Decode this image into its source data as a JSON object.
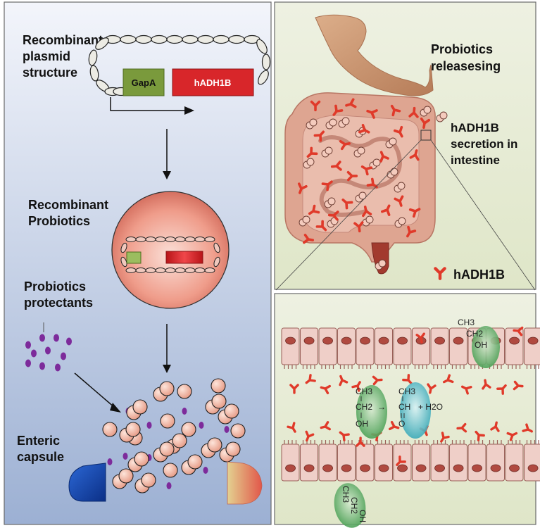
{
  "left_panel": {
    "plasmid_label_lines": [
      "Recombinant",
      "plasmid",
      "structure"
    ],
    "promoter": "GapA",
    "gene": "hADH1B",
    "probiotics_label_lines": [
      "Recombinant",
      "Probiotics"
    ],
    "protectants_label_lines": [
      "Probiotics",
      "protectants"
    ],
    "capsule_label_lines": [
      "Enteric",
      "capsule"
    ]
  },
  "top_right_panel": {
    "release_label_lines": [
      "Probiotics",
      "releasesing"
    ],
    "secretion_label_lines": [
      "hADH1B",
      "secretion in",
      "intestine"
    ],
    "legend_label": "hADH1B"
  },
  "bottom_right_panel": {
    "chem_top_right": [
      "CH3",
      "CH2",
      "OH"
    ],
    "ethanol": [
      "CH3",
      "CH2",
      "OH"
    ],
    "arrow_symbol": "→",
    "acetaldehyde": [
      "CH3",
      "CH",
      "O"
    ],
    "plus_water": "+ H2O",
    "chem_bottom_left": [
      "CH3",
      "CH2",
      "OH"
    ]
  },
  "colors": {
    "left_bg_top": "#f1f4fa",
    "left_bg_bottom": "#9db1d4",
    "right_bg": "#e6ecd4",
    "gene_red": "#d8262a",
    "promoter_green": "#7a9a3c",
    "enzyme_red": "#e03a2a",
    "protectant_purple": "#7d2b9b",
    "probiotic_fill": "#f0b8a4",
    "intestine_fill": "#e2aa98"
  }
}
